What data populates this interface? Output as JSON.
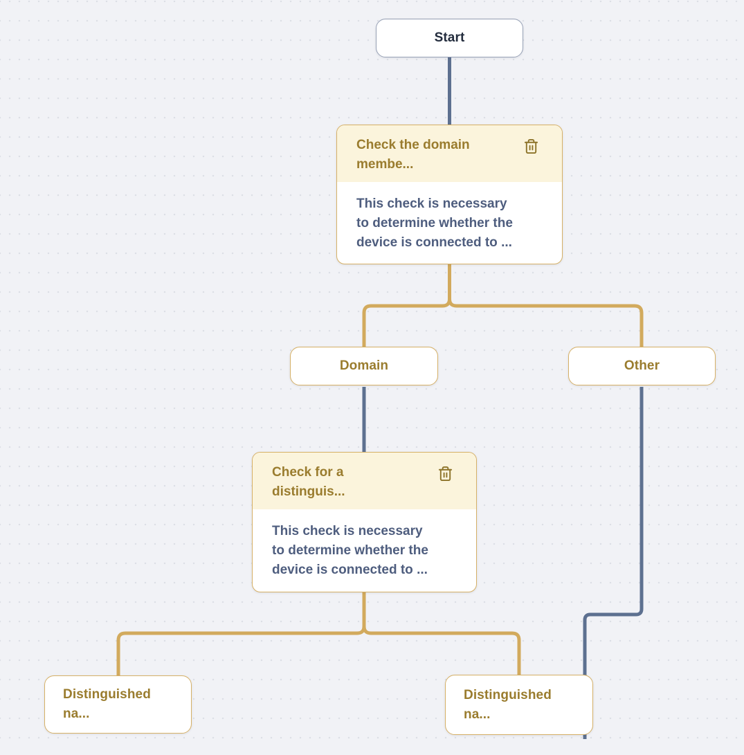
{
  "colors": {
    "canvas_bg": "#f1f2f6",
    "dot": "#dcdfe6",
    "gold_line": "#d2aa5d",
    "gold_border": "#d6b066",
    "gold_text": "#9a7c2e",
    "slate_line": "#5d7090",
    "slate_text": "#4e5d7e",
    "dark_text": "#232c3d",
    "start_border": "#97a1b5",
    "card_header_bg": "#fbf4dc"
  },
  "nodes": {
    "start": {
      "label": "Start"
    },
    "check_domain": {
      "title": "Check the domain membe...",
      "description": "This check is necessary to determine whether the device is connected to ...",
      "delete_icon": "trash-icon"
    },
    "branch_domain": {
      "label": "Domain"
    },
    "branch_other": {
      "label": "Other"
    },
    "check_distinguished": {
      "title": "Check for a distinguis...",
      "description": "This check is necessary to determine whether the device is connected to ...",
      "delete_icon": "trash-icon"
    },
    "leaf_distinguished_left": {
      "label": "Distinguished na..."
    },
    "leaf_distinguished_right": {
      "label": "Distinguished na..."
    }
  }
}
